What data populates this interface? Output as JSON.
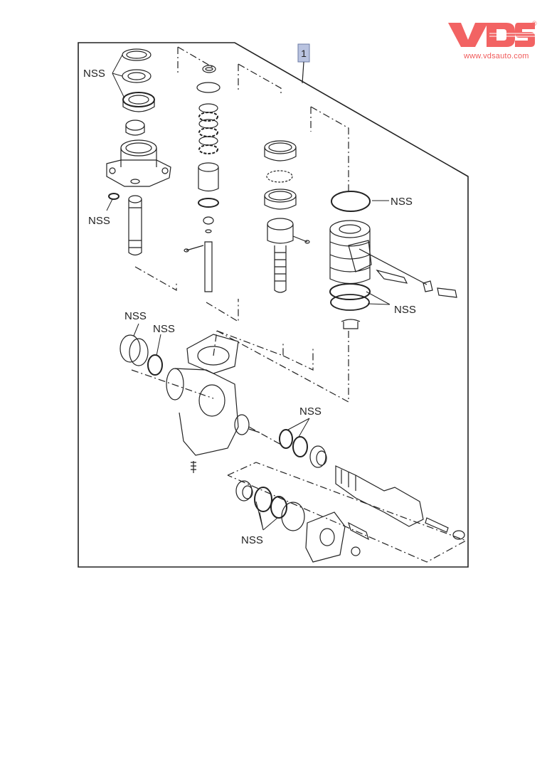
{
  "logo": {
    "brand": "VDS",
    "registered_mark": "®",
    "url": "www.vdsauto.com",
    "color": "#f26363"
  },
  "diagram": {
    "title": "Power steering gear assembly – exploded view",
    "callout": "1",
    "callout_color": "#b9c3e0",
    "part_note": "NSS",
    "labels": [
      {
        "id": "nss-top-seals",
        "text": "NSS"
      },
      {
        "id": "nss-housing-oring",
        "text": "NSS"
      },
      {
        "id": "nss-valve-oring-top",
        "text": "NSS"
      },
      {
        "id": "nss-valve-rings-bottom",
        "text": "NSS"
      },
      {
        "id": "nss-left-seal-1",
        "text": "NSS"
      },
      {
        "id": "nss-left-seal-2",
        "text": "NSS"
      },
      {
        "id": "nss-shaft-seals",
        "text": "NSS"
      },
      {
        "id": "nss-cover-seals",
        "text": "NSS"
      }
    ]
  }
}
